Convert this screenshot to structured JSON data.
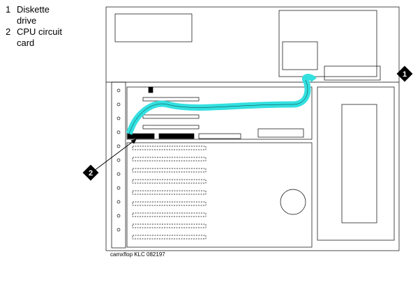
{
  "legend": [
    {
      "number": "1",
      "label": "Diskette drive"
    },
    {
      "number": "2",
      "label": "CPU circuit card"
    }
  ],
  "callouts": [
    "1",
    "2"
  ],
  "caption": "camxflop KLC 082197",
  "colors": {
    "cable": "#33e0e0",
    "line": "#000000"
  }
}
